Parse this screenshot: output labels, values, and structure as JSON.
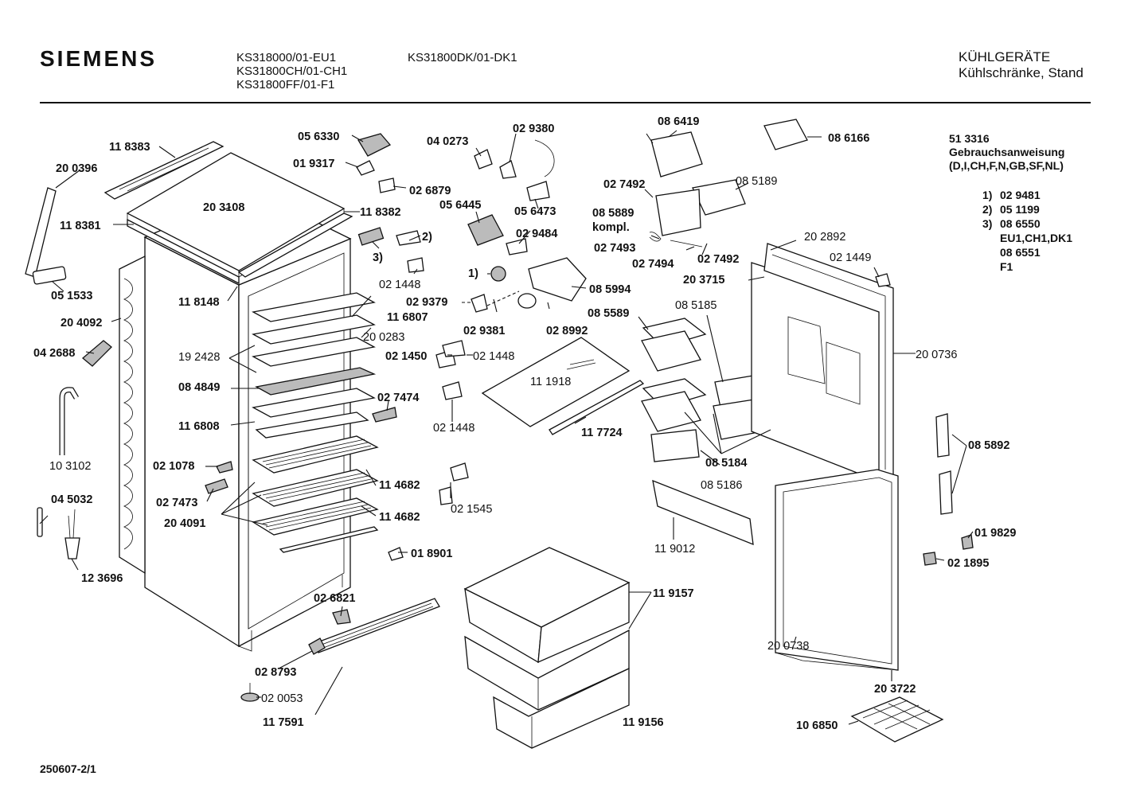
{
  "header": {
    "brand": "SIEMENS",
    "models_col1": [
      "KS318000/01-EU1",
      "KS31800CH/01-CH1",
      "KS31800FF/01-F1"
    ],
    "models_col2": [
      "KS31800DK/01-DK1"
    ],
    "category_title": "KÜHLGERÄTE",
    "category_subtitle": "Kühlschränke, Stand"
  },
  "manual": {
    "part_no": "51 3316",
    "title": "Gebrauchsanweisung",
    "languages": "(D,I,CH,F,N,GB,SF,NL)"
  },
  "notes": [
    {
      "num": "1)",
      "text": "02 9481"
    },
    {
      "num": "2)",
      "text": "05 1199"
    },
    {
      "num": "3)",
      "text": "08 6550"
    },
    {
      "num": "",
      "text": "EU1,CH1,DK1"
    },
    {
      "num": "",
      "text": "08 6551"
    },
    {
      "num": "",
      "text": "F1"
    }
  ],
  "footer": "250607-2/1",
  "part_labels": {
    "p118383": "11 8383",
    "p200396": "20 0396",
    "p118381": "11 8381",
    "p203108": "20 3108",
    "p118382": "11 8382",
    "p051533": "05 1533",
    "p118148": "11 8148",
    "p204092": "20 4092",
    "p042688": "04 2688",
    "p116807": "11 6807",
    "p192428": "19 2428",
    "p200283": "20 0283",
    "p084849": "08 4849",
    "p116808": "11 6808",
    "p103102": "10 3102",
    "p021078": "02 1078",
    "p045032": "04 5032",
    "p027473": "02 7473",
    "p204091": "20 4091",
    "p114682a": "11 4682",
    "p114682b": "11 4682",
    "p123696": "12 3696",
    "p018901": "01 8901",
    "p026821": "02 6821",
    "p028793": "02 8793",
    "p020053": "02 0053",
    "p117591": "11 7591",
    "p056330": "05 6330",
    "p019317": "01 9317",
    "p026879": "02 6879",
    "p040273": "04 0273",
    "p029380": "02 9380",
    "p056445": "05 6445",
    "p056473": "05 6473",
    "p029484": "02 9484",
    "n2": "2)",
    "n3": "3)",
    "n1": "1)",
    "p021448a": "02 1448",
    "p029379": "02 9379",
    "p029381": "02 9381",
    "p028992": "02 8992",
    "p085994": "08 5994",
    "p021450": "02 1450",
    "p021448b": "02 1448",
    "p027474": "02 7474",
    "p021448c": "02 1448",
    "p021545": "02 1545",
    "p111918": "11 1918",
    "p117724": "11 7724",
    "p086419": "08 6419",
    "p086166": "08 6166",
    "p027492a": "02 7492",
    "p085189": "08 5189",
    "p085889": "08 5889",
    "kompl": "kompl.",
    "p027493": "02 7493",
    "p027494": "02 7494",
    "p027492b": "02 7492",
    "p202892": "20 2892",
    "p021449": "02 1449",
    "p203715": "20 3715",
    "p085589": "08 5589",
    "p085185": "08 5185",
    "p200736": "20 0736",
    "p085184": "08 5184",
    "p085186": "08 5186",
    "p119012": "11 9012",
    "p085892": "08 5892",
    "p019829": "01 9829",
    "p021895": "02 1895",
    "p119157": "11 9157",
    "p119156": "11 9156",
    "p200738": "20 0738",
    "p203722": "20 3722",
    "p106850": "10 6850"
  }
}
